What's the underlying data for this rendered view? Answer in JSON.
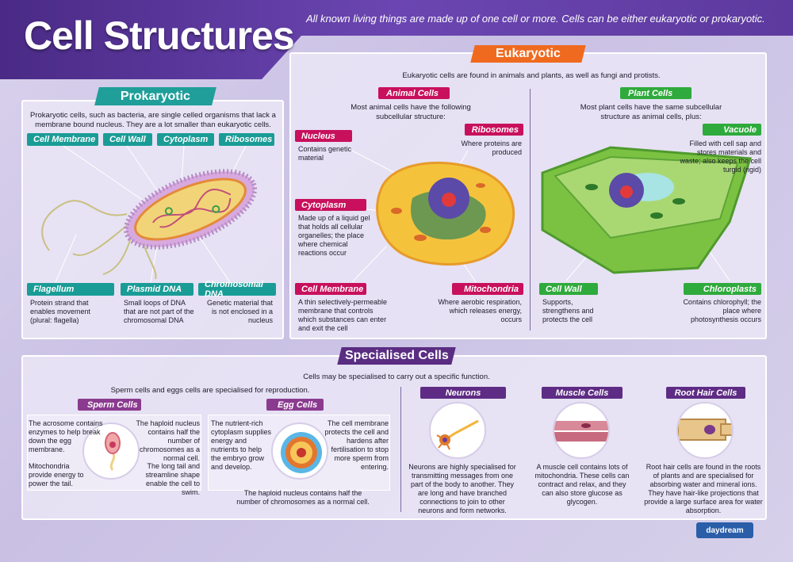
{
  "header": {
    "title": "Cell Structures",
    "intro": "All known living things are made up of one cell or more. Cells can be either eukaryotic or prokaryotic."
  },
  "prokaryotic": {
    "banner": "Prokaryotic",
    "desc": "Prokaryotic cells, such as bacteria, are single celled organisms that lack a membrane bound nucleus. They are a lot smaller than eukaryotic cells.",
    "tags": {
      "cell_membrane": "Cell Membrane",
      "cell_wall": "Cell Wall",
      "cytoplasm": "Cytoplasm",
      "ribosomes": "Ribosomes",
      "flagellum": "Flagellum",
      "plasmid": "Plasmid DNA",
      "chromosomal": "Chromosomal DNA"
    },
    "notes": {
      "flagellum": "Protein strand that enables movement (plural: flagella)",
      "plasmid": "Small loops of DNA that are not part of the chromosomal DNA",
      "chromosomal": "Genetic material that is not enclosed in a nucleus"
    }
  },
  "eukaryotic": {
    "banner": "Eukaryotic",
    "desc": "Eukaryotic cells are found in animals and plants, as well as fungi and protists.",
    "animal": {
      "tag": "Animal Cells",
      "desc": "Most animal cells have the following subcellular structure:",
      "nucleus_tag": "Nucleus",
      "nucleus": "Contains genetic material",
      "ribosomes_tag": "Ribosomes",
      "ribosomes": "Where proteins are produced",
      "cytoplasm_tag": "Cytoplasm",
      "cytoplasm": "Made up of a liquid gel that holds all cellular organelles; the place where chemical reactions occur",
      "membrane_tag": "Cell Membrane",
      "membrane": "A thin selectively-permeable membrane that controls which substances can enter and exit the cell",
      "mito_tag": "Mitochondria",
      "mito": "Where aerobic respiration, which releases energy, occurs"
    },
    "plant": {
      "tag": "Plant Cells",
      "desc": "Most plant cells have the same subcellular structure as animal cells, plus:",
      "vacuole_tag": "Vacuole",
      "vacuole": "Filled with cell sap and stores materials and waste; also keeps the cell turgid (rigid)",
      "wall_tag": "Cell Wall",
      "wall": "Supports, strengthens and protects the cell",
      "chloro_tag": "Chloroplasts",
      "chloro": "Contains chlorophyll; the place where photosynthesis occurs"
    }
  },
  "specialised": {
    "banner": "Specialised Cells",
    "desc": "Cells may be specialised to carry out a specific function.",
    "repro": "Sperm cells and eggs cells are specialised for reproduction.",
    "sperm": {
      "tag": "Sperm Cells",
      "acrosome": "The acrosome contains enzymes to help break down the egg membrane.",
      "haploid": "The haploid nucleus contains half the number of chromosomes as a normal cell.",
      "mito": "Mitochondria provide energy to power the tail.",
      "tail": "The long tail and streamline shape enable the cell to swim."
    },
    "egg": {
      "tag": "Egg Cells",
      "cytoplasm": "The nutrient-rich cytoplasm supplies energy and nutrients to help the embryo grow and develop.",
      "membrane": "The cell membrane protects the cell and hardens after fertilisation to stop more sperm from entering.",
      "nucleus": "The haploid nucleus contains half the number of chromosomes as a normal cell."
    },
    "neurons": {
      "tag": "Neurons",
      "desc": "Neurons are highly specialised for transmitting messages from one part of the body to another. They are long and have branched connections to join to other neurons and form networks."
    },
    "muscle": {
      "tag": "Muscle Cells",
      "desc": "A muscle cell contains lots of mitochondria. These cells can contract and relax, and they can also store glucose as glycogen."
    },
    "root": {
      "tag": "Root Hair Cells",
      "desc": "Root hair cells are found in the roots of plants and are specialised for absorbing water and mineral ions. They have hair-like projections that provide a large surface area for water absorption."
    }
  },
  "brand": {
    "logo": "daydream"
  }
}
